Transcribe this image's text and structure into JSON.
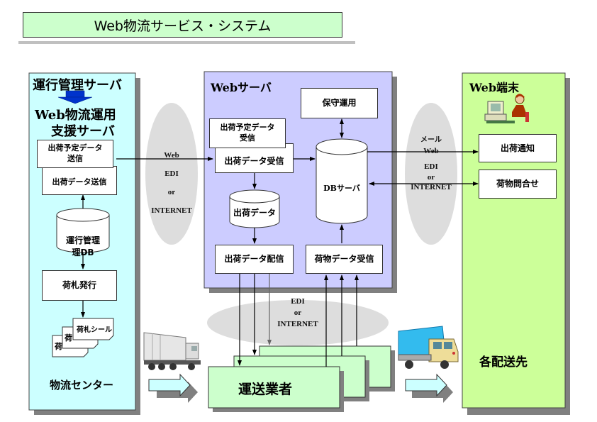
{
  "title": "Web物流サービス・システム",
  "left_panel": {
    "heading_top": "運行管理サーバ",
    "heading_main_line1": "Web物流運用",
    "heading_main_line2": "支援サーバ",
    "boxes": {
      "schedule_send": "出荷予定データ\n送信",
      "shipment_send": "出荷データ送信",
      "db": "運行管理\n理DB",
      "tag_issue": "荷札発行",
      "tag_seal": "荷札シール",
      "tag_back1": "荷",
      "tag_back2": "荷"
    },
    "footer": "物流センター",
    "colors": {
      "bg": "#ccffff"
    }
  },
  "left_network": {
    "lines": [
      "Web",
      "EDI",
      "or",
      "INTERNET"
    ]
  },
  "web_server": {
    "heading": "Webサーバ",
    "boxes": {
      "maintenance": "保守運用",
      "schedule_receive": "出荷予定データ\n受信",
      "shipment_receive": "出荷データ受信",
      "shipment_data": "出荷データ",
      "db_server": "DBサーバ",
      "shipment_deliver": "出荷データ配信",
      "cargo_receive": "荷物データ受信"
    },
    "colors": {
      "bg": "#ccccff"
    }
  },
  "right_network": {
    "lines": [
      "メール",
      "Web",
      "EDI",
      "or",
      "INTERNET"
    ]
  },
  "web_terminal": {
    "heading": "Web端末",
    "boxes": {
      "shipment_notice": "出荷通知",
      "cargo_inquiry": "荷物問合せ"
    },
    "footer": "各配送先",
    "colors": {
      "bg": "#ccff99"
    }
  },
  "bottom_network": {
    "lines": [
      "EDI",
      "or",
      "INTERNET"
    ]
  },
  "carrier": {
    "label": "運送業者",
    "colors": {
      "bg": "#ccffcc"
    }
  }
}
